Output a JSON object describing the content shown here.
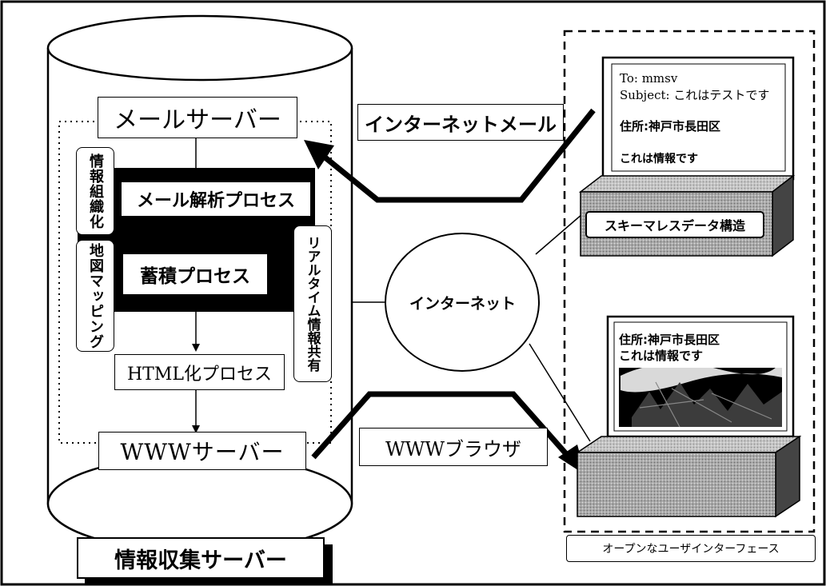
{
  "server": {
    "title": "情報収集サーバー",
    "mail_server": "メールサーバー",
    "mail_analysis": "メール解析プロセス",
    "storage": "蓄積プロセス",
    "html_process": "HTML化プロセス",
    "www_server": "WWWサーバー",
    "info_org": "情報組織化",
    "map_mapping": "地図マッピング",
    "realtime_share": "リアルタイム情報共有"
  },
  "internet": "インターネット",
  "internet_mail": "インターネットメール",
  "www_browser": "WWWブラウザ",
  "client": {
    "email": {
      "to": "To: mmsv",
      "subject": "Subject: これはテストです",
      "address": "住所:神戸市長田区",
      "body": "これは情報です"
    },
    "schemaless": "スキーマレスデータ構造",
    "browser": {
      "address": "住所:神戸市長田区",
      "body": "これは情報です"
    },
    "open_ui": "オープンなユーザインターフェース"
  }
}
